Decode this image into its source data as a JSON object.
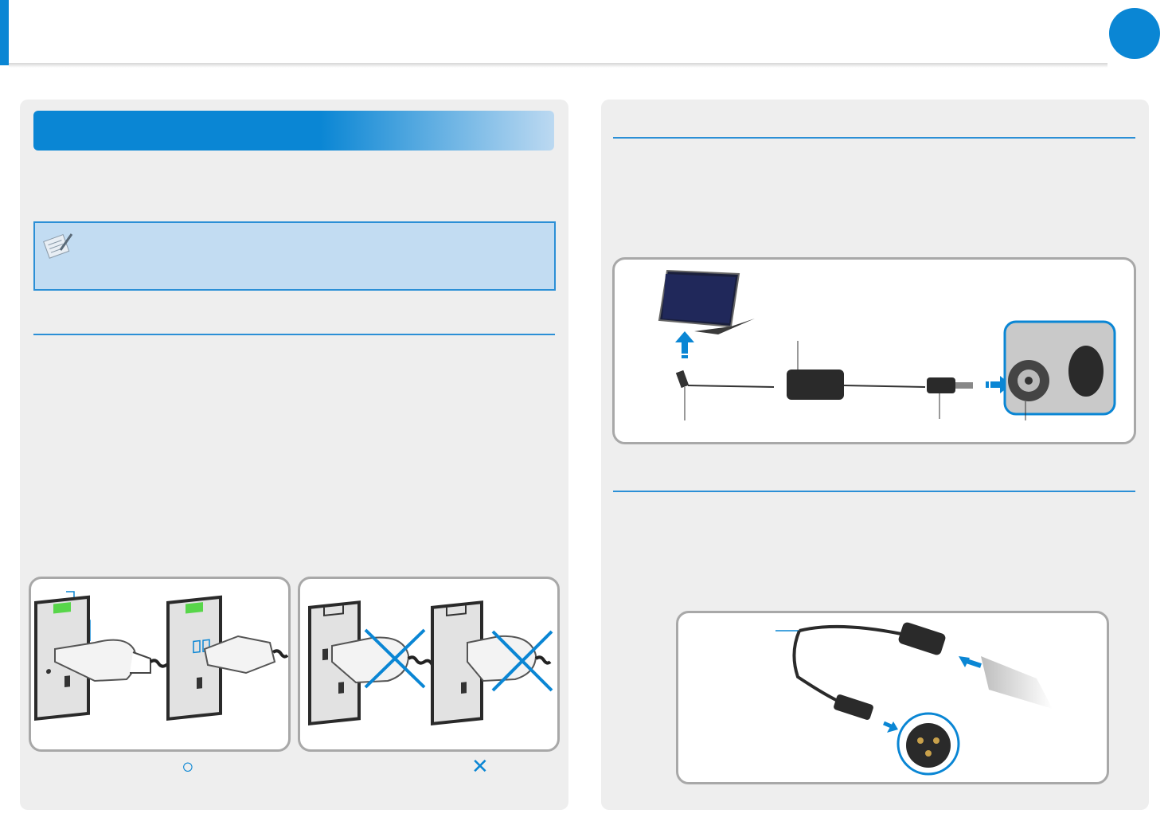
{
  "page": {
    "accent_color": "#0a86d4",
    "panel_color": "#eeeeee",
    "note_color": "#c2dcf2"
  },
  "left_panel": {
    "section_title": "",
    "note_icon": "memo-pencil-icon",
    "figures": [
      {
        "name": "correct-plug-insertion",
        "verdict_symbol": "○"
      },
      {
        "name": "incorrect-plug-insertion",
        "verdict_symbol": "✕"
      }
    ]
  },
  "right_panel": {
    "figures": [
      {
        "name": "car-adapter-connection",
        "icon": "laptop-icon"
      },
      {
        "name": "airplane-adapter-cable",
        "icon": "cable-connector-icon"
      }
    ]
  }
}
